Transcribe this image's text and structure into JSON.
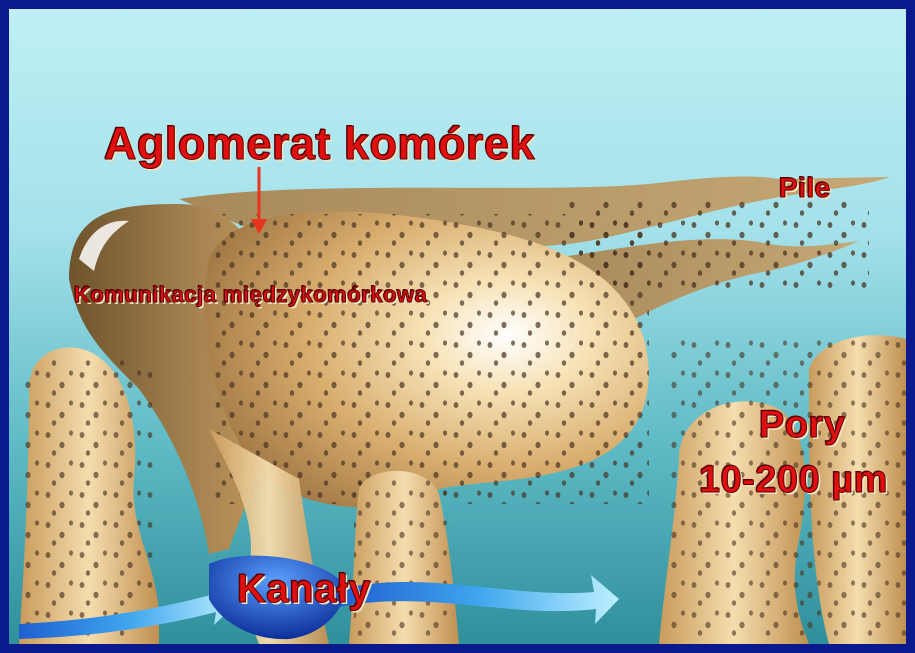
{
  "labels": {
    "title": "Aglomerat komórek",
    "communication": "Komunikacja międzykomórkowa",
    "pile": "Pile",
    "pores": "Pory",
    "pore_size": "10-200 µm",
    "channels": "Kanały"
  },
  "colors": {
    "frame": "#0a1a8c",
    "label": "#e01010",
    "tissue": "#d8ad6e",
    "tissue_shadow": "#8f6d3e",
    "channel": "#2a66d8",
    "flow_arrow": "#5cc3f2"
  }
}
